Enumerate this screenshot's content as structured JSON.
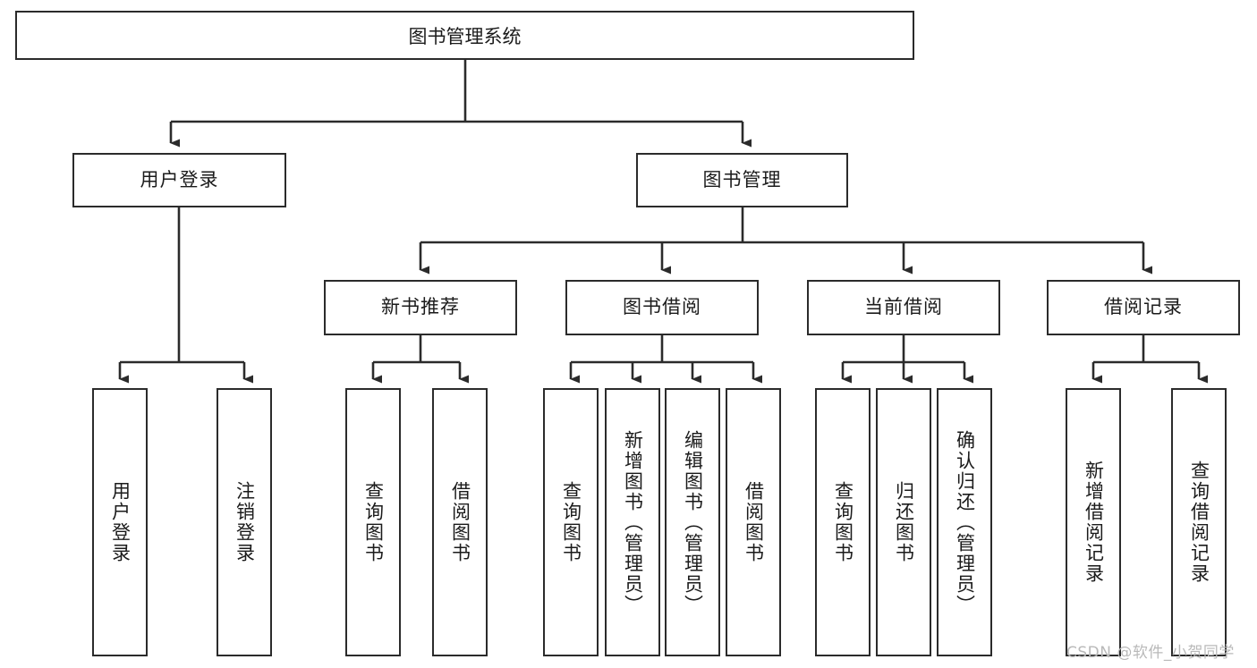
{
  "diagram": {
    "type": "tree-hierarchy",
    "title": "图书管理系统",
    "watermark": "CSDN @软件_小贺同学",
    "colors": {
      "stroke": "#2b2b2b",
      "fill": "#ffffff",
      "text": "#1b1b1b",
      "watermark": "#b9b9b9"
    },
    "root": {
      "label": "图书管理系统"
    },
    "level2": [
      {
        "id": "user-login",
        "label": "用户登录"
      },
      {
        "id": "book-management",
        "label": "图书管理"
      }
    ],
    "level3": [
      {
        "id": "new-book-recommend",
        "label": "新书推荐"
      },
      {
        "id": "book-borrow",
        "label": "图书借阅"
      },
      {
        "id": "current-borrow",
        "label": "当前借阅"
      },
      {
        "id": "borrow-record",
        "label": "借阅记录"
      }
    ],
    "leaves": {
      "user_login": [
        {
          "id": "leaf-user-login",
          "label": "用户登录"
        },
        {
          "id": "leaf-logout",
          "label": "注销登录"
        }
      ],
      "new_book_recommend": [
        {
          "id": "leaf-query-book-1",
          "label": "查询图书"
        },
        {
          "id": "leaf-borrow-book-1",
          "label": "借阅图书"
        }
      ],
      "book_borrow": [
        {
          "id": "leaf-query-book-2",
          "label": "查询图书"
        },
        {
          "id": "leaf-add-book",
          "label": "新增图书（管理员）"
        },
        {
          "id": "leaf-edit-book",
          "label": "编辑图书（管理员）"
        },
        {
          "id": "leaf-borrow-book-2",
          "label": "借阅图书"
        }
      ],
      "current_borrow": [
        {
          "id": "leaf-query-book-3",
          "label": "查询图书"
        },
        {
          "id": "leaf-return-book",
          "label": "归还图书"
        },
        {
          "id": "leaf-confirm-return",
          "label": "确认归还（管理员）"
        }
      ],
      "borrow_record": [
        {
          "id": "leaf-add-record",
          "label": "新增借阅记录"
        },
        {
          "id": "leaf-query-record",
          "label": "查询借阅记录"
        }
      ]
    }
  }
}
